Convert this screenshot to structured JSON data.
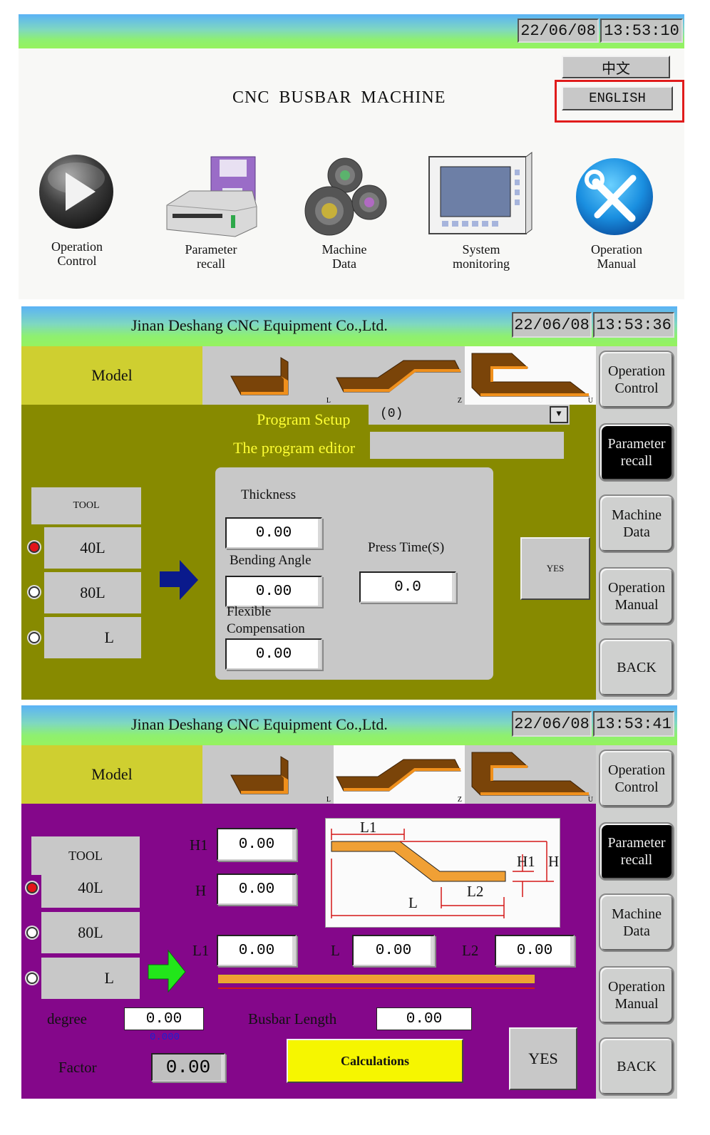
{
  "screen1": {
    "date": "22/06/08",
    "time": "13:53:10",
    "title": "CNC BUSBAR MACHINE",
    "lang_chinese": "中文",
    "lang_english": "ENGLISH",
    "menu": [
      {
        "icon": "play-icon",
        "line1": "Operation",
        "line2": "Control"
      },
      {
        "icon": "floppy-drive-icon",
        "line1": "Parameter",
        "line2": "recall"
      },
      {
        "icon": "gears-icon",
        "line1": "Machine",
        "line2": "Data"
      },
      {
        "icon": "monitor-icon",
        "line1": "System",
        "line2": "monitoring"
      },
      {
        "icon": "tools-icon",
        "line1": "Operation",
        "line2": "Manual"
      }
    ]
  },
  "screen2": {
    "company": "Jinan Deshang CNC Equipment Co.,Ltd.",
    "date": "22/06/08",
    "time": "13:53:36",
    "model_label": "Model",
    "models": [
      {
        "tag": "L"
      },
      {
        "tag": "Z"
      },
      {
        "tag": "U"
      }
    ],
    "selected_model": "U",
    "program_setup_label": "Program Setup",
    "program_setup_value": "(0)",
    "program_editor_label": "The program editor",
    "program_editor_value": "",
    "tool_header": "TOOL",
    "tools": [
      {
        "label": "40L",
        "selected": true
      },
      {
        "label": "80L",
        "selected": false
      },
      {
        "label": "L",
        "selected": false
      }
    ],
    "thickness_label": "Thickness",
    "thickness_value": "0.00",
    "bending_angle_label": "Bending Angle",
    "bending_angle_value": "0.00",
    "flex_comp_label_1": "Flexible",
    "flex_comp_label_2": "Compensation",
    "flex_comp_value": "0.00",
    "press_time_label": "Press Time(S)",
    "press_time_value": "0.0",
    "yes_label": "YES",
    "accent_bg": "#878a00"
  },
  "screen3": {
    "company": "Jinan Deshang CNC Equipment Co.,Ltd.",
    "date": "22/06/08",
    "time": "13:53:41",
    "model_label": "Model",
    "models": [
      {
        "tag": "L"
      },
      {
        "tag": "Z"
      },
      {
        "tag": "U"
      }
    ],
    "selected_model": "Z",
    "tool_header": "TOOL",
    "tools": [
      {
        "label": "40L",
        "selected": true
      },
      {
        "label": "80L",
        "selected": false
      },
      {
        "label": "L",
        "selected": false
      }
    ],
    "h1_label": "H1",
    "h1_value": "0.00",
    "h_label": "H",
    "h_value": "0.00",
    "l1_label": "L1",
    "l1_value": "0.00",
    "l_label": "L",
    "l_value": "0.00",
    "l2_label": "L2",
    "l2_value": "0.00",
    "diagram": {
      "l1": "L1",
      "l2": "L2",
      "l": "L",
      "h1": "H1",
      "h": "H"
    },
    "degree_label": "degree",
    "degree_value": "0.00",
    "degree_sub_value": "0.000",
    "busbar_length_label": "Busbar Length",
    "busbar_length_value": "0.00",
    "factor_label": "Factor",
    "factor_value": "0.00",
    "calculations_label": "Calculations",
    "yes_label": "YES",
    "accent_bg": "#84078a"
  },
  "side_menu": [
    {
      "line1": "Operation",
      "line2": "Control",
      "active": false
    },
    {
      "line1": "Parameter",
      "line2": "recall",
      "active": true
    },
    {
      "line1": "Machine",
      "line2": "Data",
      "active": false
    },
    {
      "line1": "Operation",
      "line2": "Manual",
      "active": false
    },
    {
      "line1": "BACK",
      "line2": "",
      "active": false
    }
  ]
}
